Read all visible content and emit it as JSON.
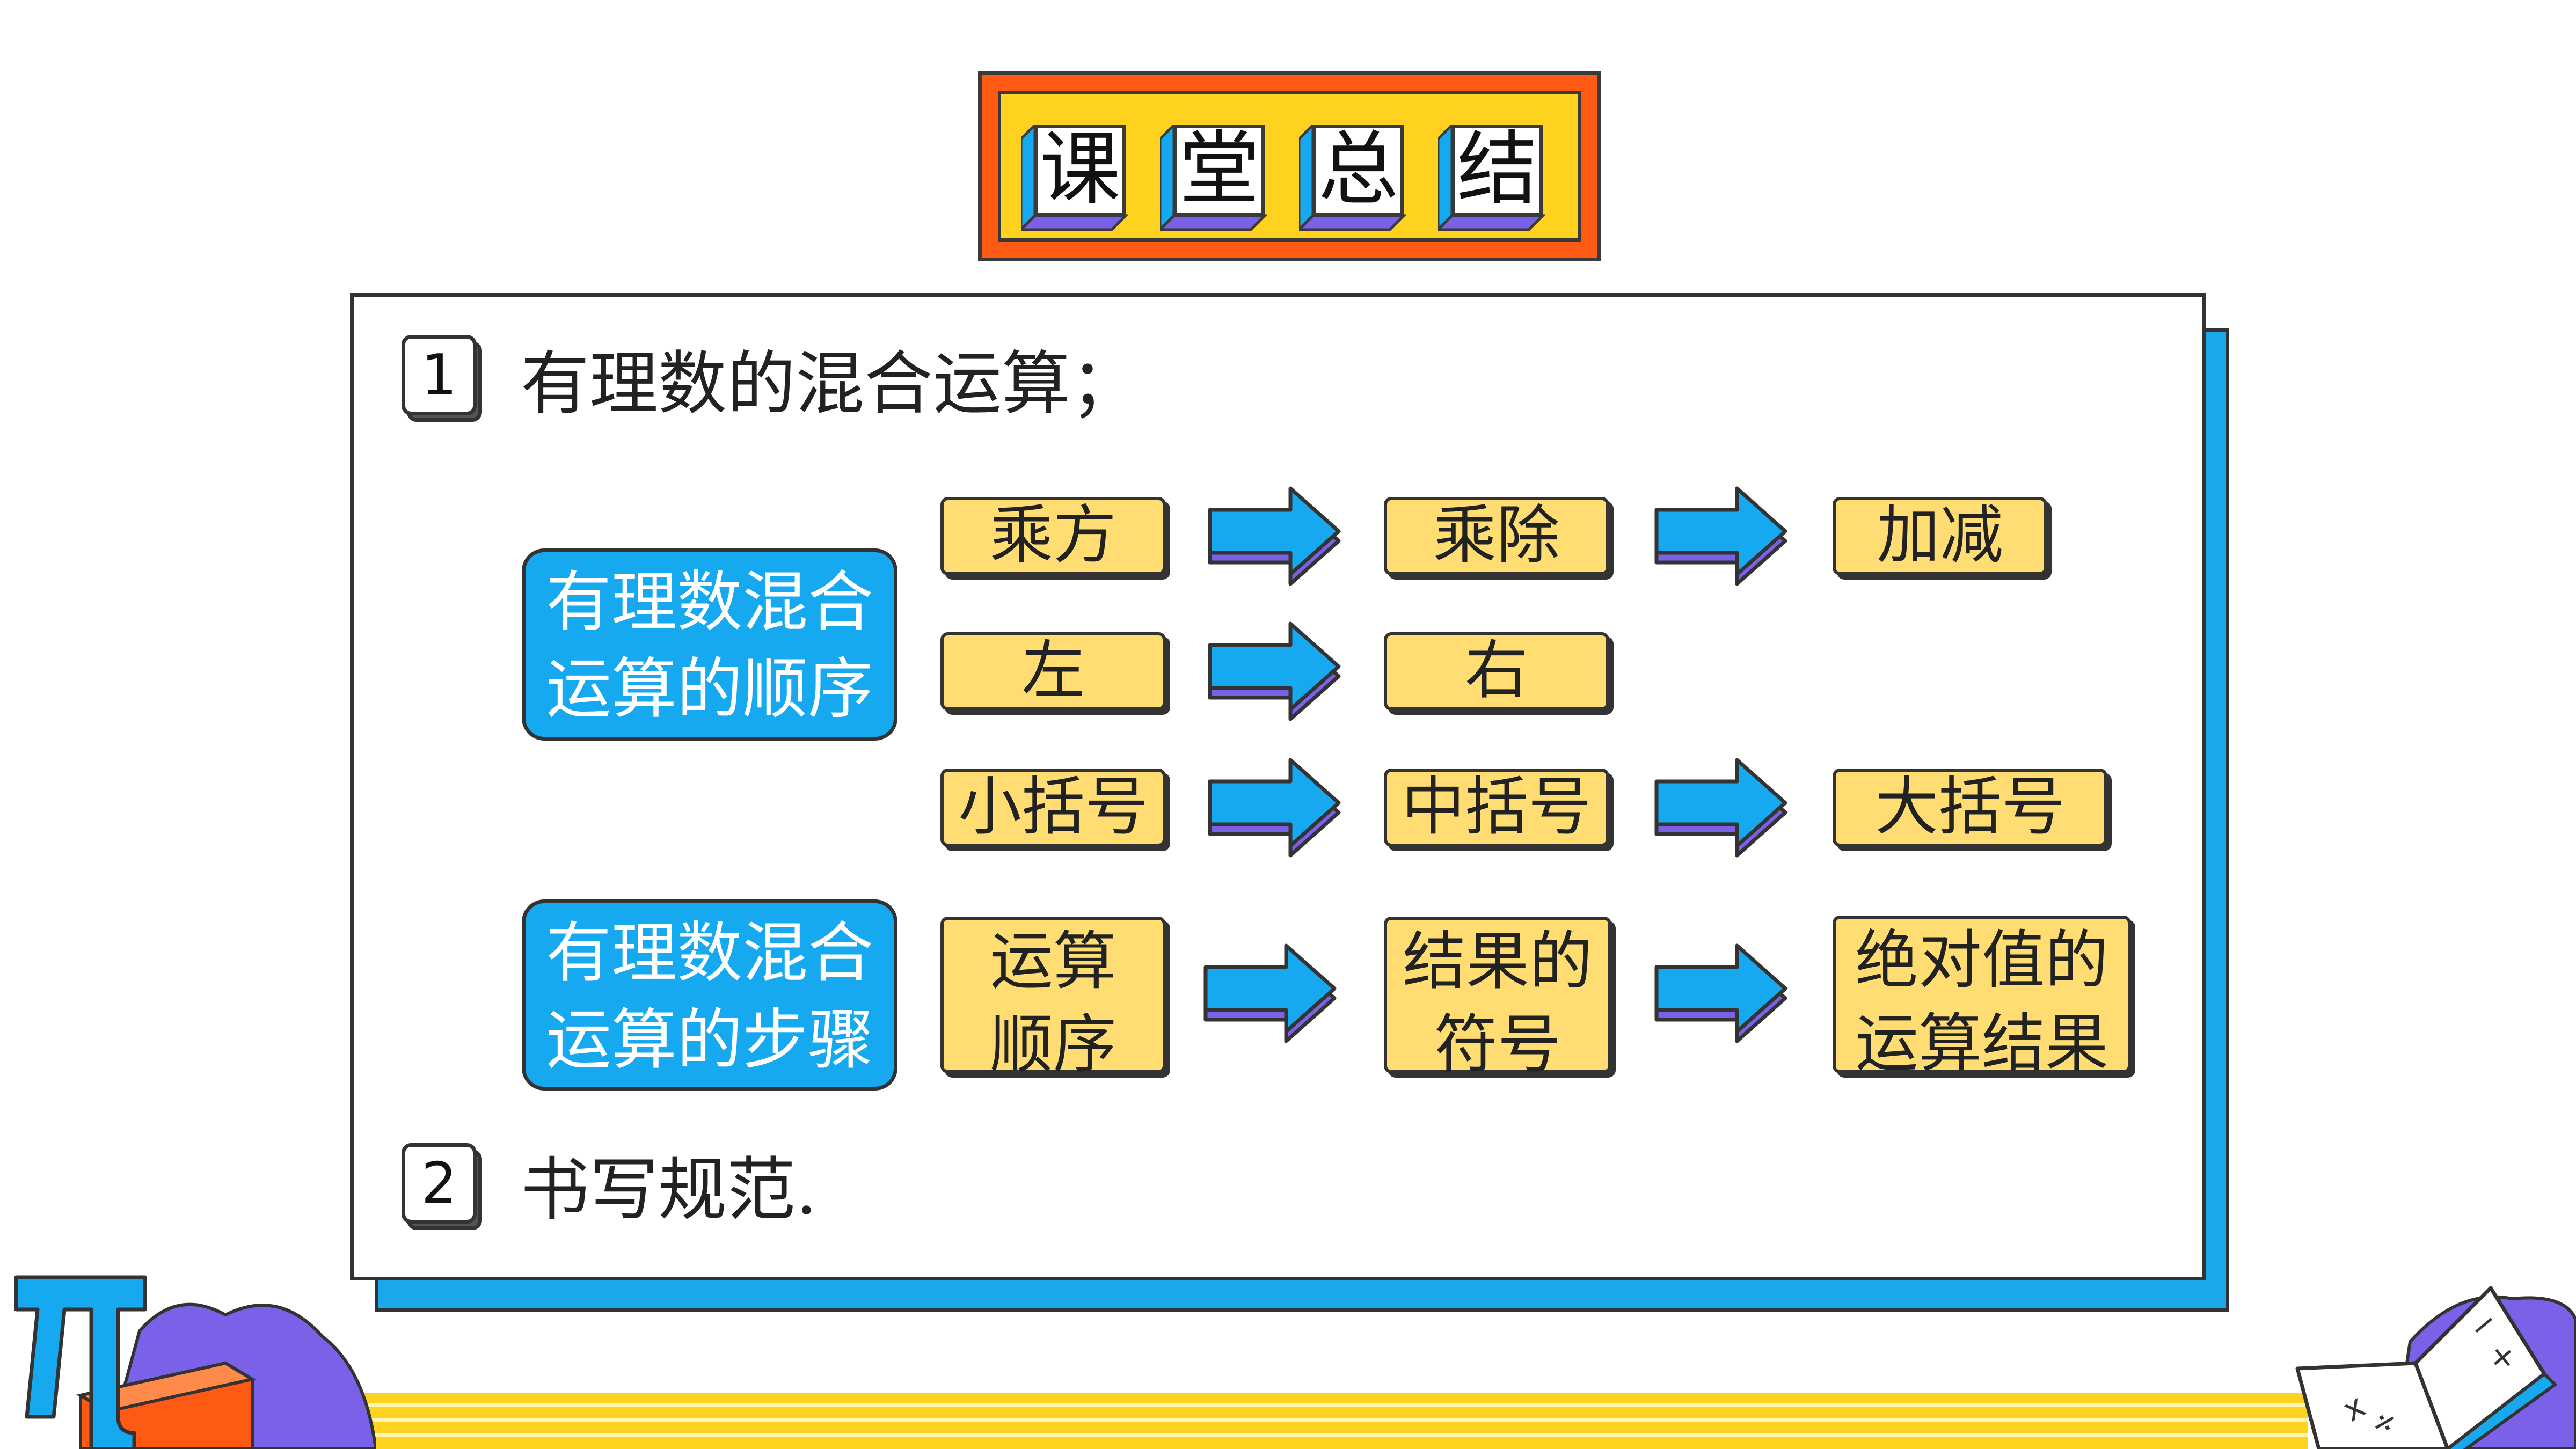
{
  "title": {
    "chars": [
      "课",
      "堂",
      "总",
      "结"
    ]
  },
  "section1": {
    "number": "1",
    "heading": "有理数的混合运算；"
  },
  "order": {
    "label_line1": "有理数混合",
    "label_line2": "运算的顺序",
    "row1": [
      "乘方",
      "乘除",
      "加减"
    ],
    "row2": [
      "左",
      "右"
    ],
    "row3": [
      "小括号",
      "中括号",
      "大括号"
    ]
  },
  "steps": {
    "label_line1": "有理数混合",
    "label_line2": "运算的步骤",
    "box1": [
      "运算",
      "顺序"
    ],
    "box2": [
      "结果的",
      "符号"
    ],
    "box3": [
      "绝对值的",
      "运算结果"
    ]
  },
  "section2": {
    "number": "2",
    "heading": "书写规范."
  },
  "decor": {
    "pi_symbol": "π",
    "book_icon": "book-icon"
  },
  "colors": {
    "accent_blue": "#17a9ef",
    "orange": "#ff5a14",
    "yellow": "#ffd21f",
    "box_yellow": "#ffdd73",
    "arrow_purple": "#7b61e8"
  }
}
